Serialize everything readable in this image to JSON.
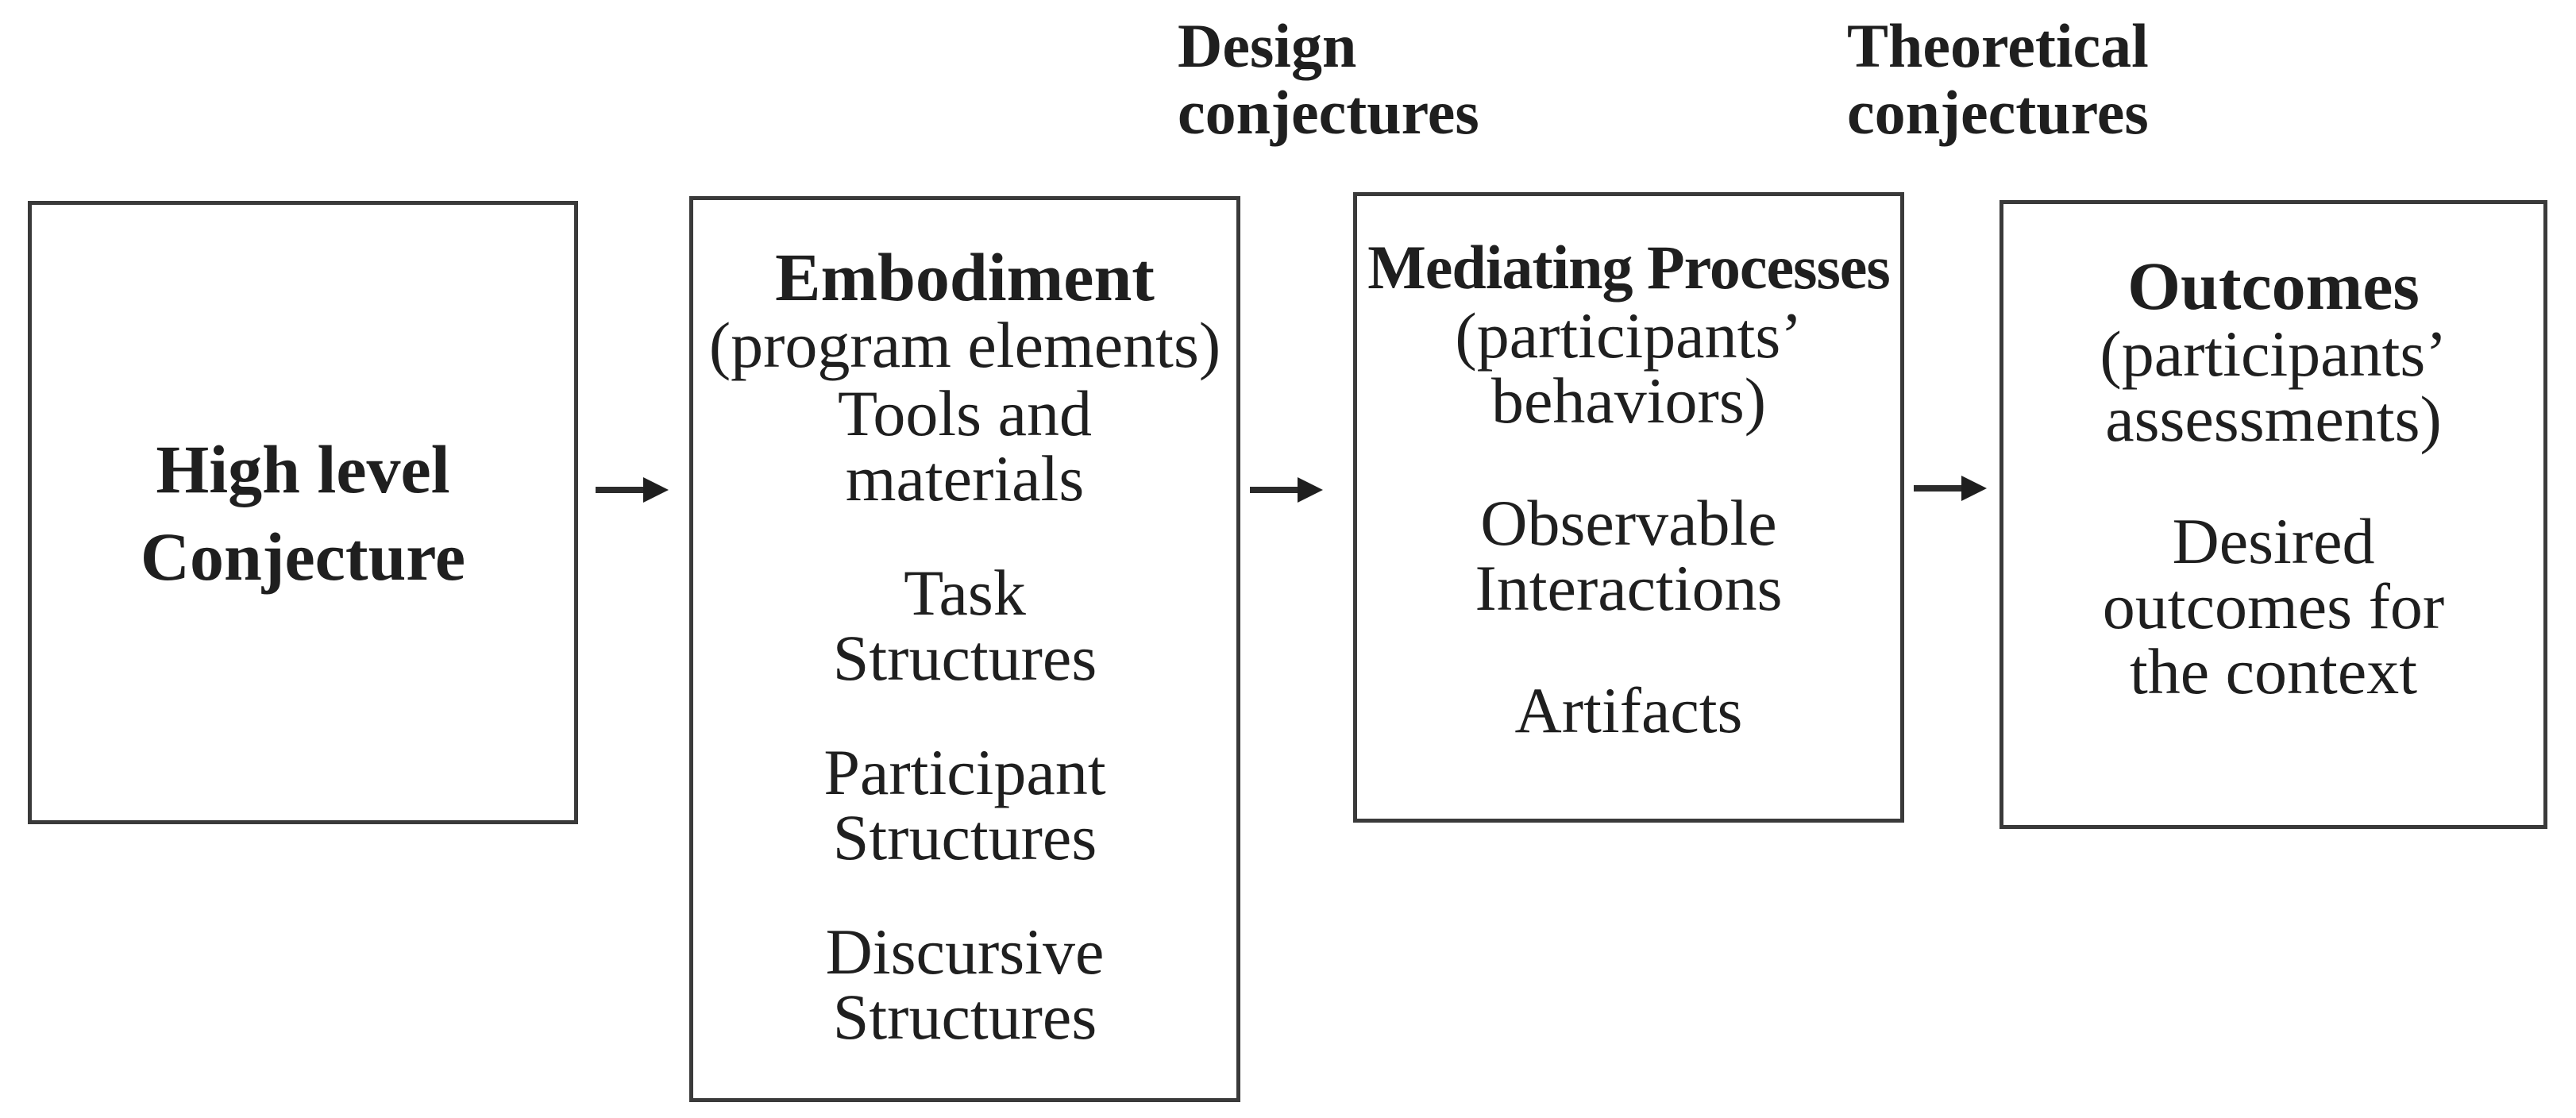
{
  "figure": {
    "top_labels": [
      {
        "id": "design",
        "text": "Design\nconjectures"
      },
      {
        "id": "theoretical",
        "text": "Theoretical\nconjectures"
      }
    ],
    "boxes": {
      "high_level": {
        "title": "High level\nConjecture"
      },
      "embodiment": {
        "title": "Embodiment",
        "subtitle": "(program elements)",
        "items": [
          "Tools and\nmaterials",
          "Task\nStructures",
          "Participant\nStructures",
          "Discursive\nStructures"
        ]
      },
      "mediating": {
        "title": "Mediating Processes",
        "subtitle": "(participants’\nbehaviors)",
        "items": [
          "Observable\nInteractions",
          "Artifacts"
        ]
      },
      "outcomes": {
        "title": "Outcomes",
        "subtitle": "(participants’\nassessments)",
        "items": [
          "Desired\noutcomes for\nthe context"
        ]
      }
    },
    "colors": {
      "text": "#1f1f1f",
      "border": "#3a3a3a",
      "arrow": "#2b2b2b",
      "background": "#ffffff"
    }
  }
}
